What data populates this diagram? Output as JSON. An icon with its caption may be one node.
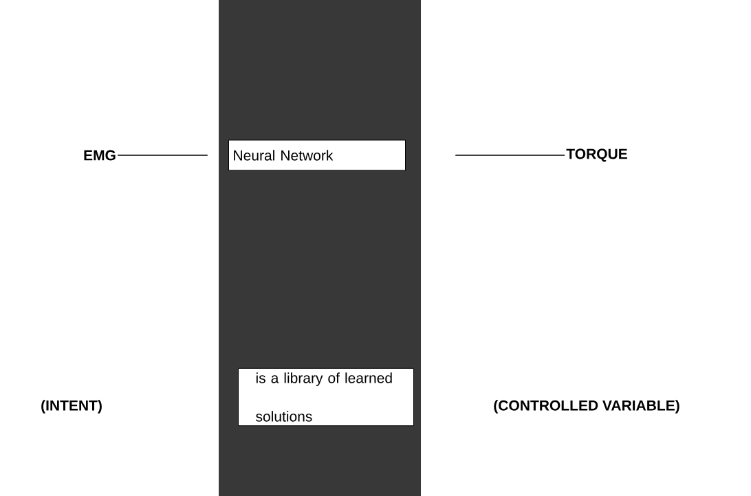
{
  "diagram": {
    "nodes": [
      {
        "text": [],
        "shape": "picture"
      },
      {
        "text": [
          "EMG"
        ]
      },
      {
        "text": [
          "Neural Network"
        ],
        "in": 0
      },
      {
        "text": [
          "is a library of learned solutions"
        ],
        "in": 0
      },
      {
        "text": [
          "TORQUE"
        ]
      }
    ],
    "edges": [
      {
        "from": 1,
        "to": 0,
        "arrow": "none"
      },
      {
        "from": 0,
        "to": 4,
        "arrow": "none"
      }
    ],
    "labels": [
      "(INTENT)",
      "(CONTROLLED VARIABLE)"
    ]
  }
}
